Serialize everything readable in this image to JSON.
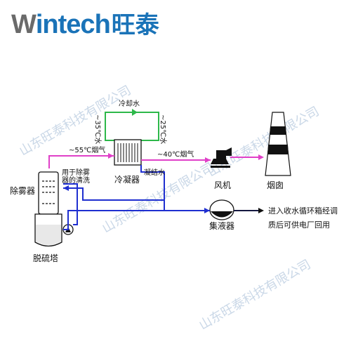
{
  "logo": {
    "w": "W",
    "rest": "intech",
    "cn": "旺泰"
  },
  "labels": {
    "cold_water": "冷却水",
    "temp_35": "~35℃水",
    "temp_25": "~25℃水",
    "flue_55": "~55℃烟气",
    "flue_40": "~40℃烟气",
    "condenser": "冷凝器",
    "condensate": "凝结水",
    "fan": "风机",
    "chimney": "烟囱",
    "demister": "除雾器",
    "wash_line1": "用于除雾",
    "wash_line2": "器的清洗",
    "collector": "集液器",
    "desulf_tower": "脱硫塔",
    "dest_line1": "进入收水循环箱经调",
    "dest_line2": "质后可供电厂回用"
  },
  "watermark": "山东旺泰科技有限公司",
  "colors": {
    "green": "#2db84a",
    "magenta": "#e040c8",
    "blue": "#1f2fd0",
    "accent": "#1a73b8"
  }
}
